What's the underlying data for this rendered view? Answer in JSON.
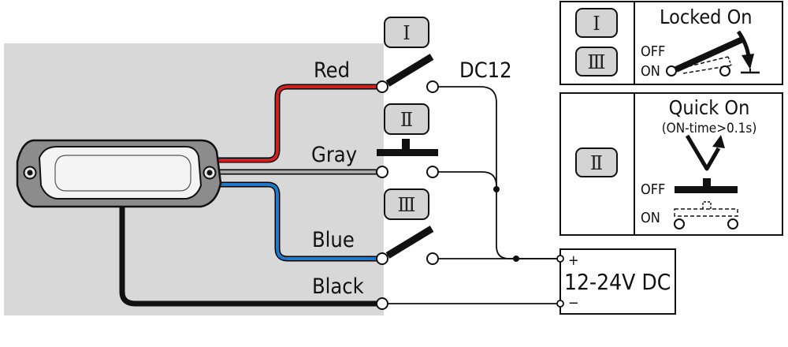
{
  "wire_labels": {
    "red": "Red",
    "gray": "Gray",
    "blue": "Blue",
    "black": "Black",
    "dc12": "DC12"
  },
  "switch_labels": {
    "s1": "Ⅰ",
    "s2": "Ⅱ",
    "s3": "Ⅲ"
  },
  "power_supply": {
    "label": "12-24V DC",
    "plus": "+",
    "minus": "−"
  },
  "legend_locked": {
    "title": "Locked On",
    "off": "OFF",
    "on": "ON",
    "switch_1": "Ⅰ",
    "switch_3": "Ⅲ"
  },
  "legend_quick": {
    "title": "Quick On",
    "subtitle": "(ON-time>0.1s)",
    "off": "OFF",
    "on": "ON",
    "switch_2": "Ⅱ"
  },
  "colors": {
    "red_wire": "#d21f1f",
    "gray_wire": "#a8a8a8",
    "blue_wire": "#1f78c8",
    "black_wire": "#111111",
    "panel_bg": "#d8d8d8",
    "housing": "#8c8c8c",
    "button_fill": "#d4d4d4"
  }
}
